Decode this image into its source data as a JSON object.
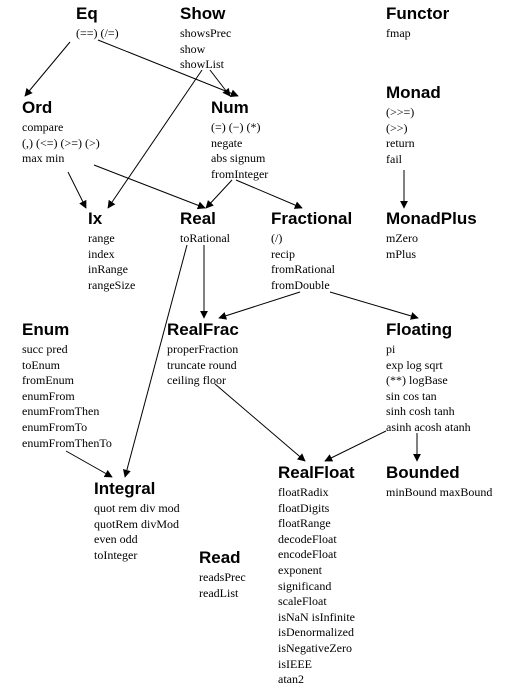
{
  "diagram": {
    "classes": [
      {
        "id": "eq",
        "name": "Eq",
        "methods": [
          "(==) (/=)"
        ]
      },
      {
        "id": "show",
        "name": "Show",
        "methods": [
          "showsPrec",
          "show",
          "showList"
        ]
      },
      {
        "id": "functor",
        "name": "Functor",
        "methods": [
          "fmap"
        ]
      },
      {
        "id": "ord",
        "name": "Ord",
        "methods": [
          "compare",
          "(,) (<=) (>=) (>)",
          "max min"
        ]
      },
      {
        "id": "num",
        "name": "Num",
        "methods": [
          "(=) (−) (*)",
          "negate",
          "abs signum",
          "fromInteger"
        ]
      },
      {
        "id": "monad",
        "name": "Monad",
        "methods": [
          "(>>=)",
          "(>>)",
          "return",
          "fail"
        ]
      },
      {
        "id": "ix",
        "name": "Ix",
        "methods": [
          "range",
          "index",
          "inRange",
          "rangeSize"
        ]
      },
      {
        "id": "real",
        "name": "Real",
        "methods": [
          "toRational"
        ]
      },
      {
        "id": "fractional",
        "name": "Fractional",
        "methods": [
          "(/)",
          "recip",
          "fromRational",
          "fromDouble"
        ]
      },
      {
        "id": "monadplus",
        "name": "MonadPlus",
        "methods": [
          "mZero",
          "mPlus"
        ]
      },
      {
        "id": "enum",
        "name": "Enum",
        "methods": [
          "succ pred",
          "toEnum",
          "fromEnum",
          "enumFrom",
          "enumFromThen",
          "enumFromTo",
          "enumFromThenTo"
        ]
      },
      {
        "id": "realfrac",
        "name": "RealFrac",
        "methods": [
          "properFraction",
          "truncate round",
          "ceiling floor"
        ]
      },
      {
        "id": "floating",
        "name": "Floating",
        "methods": [
          "pi",
          "exp log sqrt",
          "(**) logBase",
          "sin cos tan",
          "sinh cosh tanh",
          "asinh acosh atanh"
        ]
      },
      {
        "id": "integral",
        "name": "Integral",
        "methods": [
          "quot rem div mod",
          "quotRem divMod",
          "even odd",
          "toInteger"
        ]
      },
      {
        "id": "realfloat",
        "name": "RealFloat",
        "methods": [
          "floatRadix",
          "floatDigits",
          "floatRange",
          "decodeFloat",
          "encodeFloat",
          "exponent",
          "significand",
          "scaleFloat",
          "isNaN isInfinite",
          "isDenormalized",
          "isNegativeZero",
          "isIEEE",
          "atan2"
        ]
      },
      {
        "id": "bounded",
        "name": "Bounded",
        "methods": [
          "minBound maxBound"
        ]
      },
      {
        "id": "read",
        "name": "Read",
        "methods": [
          "readsPrec",
          "readList"
        ]
      }
    ],
    "edges": [
      {
        "from": "eq",
        "to": "ord"
      },
      {
        "from": "eq",
        "to": "num"
      },
      {
        "from": "show",
        "to": "num"
      },
      {
        "from": "show",
        "to": "ix"
      },
      {
        "from": "ord",
        "to": "ix"
      },
      {
        "from": "ord",
        "to": "real"
      },
      {
        "from": "num",
        "to": "real"
      },
      {
        "from": "num",
        "to": "fractional"
      },
      {
        "from": "monad",
        "to": "monadplus"
      },
      {
        "from": "real",
        "to": "realfrac"
      },
      {
        "from": "real",
        "to": "integral"
      },
      {
        "from": "fractional",
        "to": "realfrac"
      },
      {
        "from": "fractional",
        "to": "floating"
      },
      {
        "from": "enum",
        "to": "integral"
      },
      {
        "from": "realfrac",
        "to": "realfloat"
      },
      {
        "from": "floating",
        "to": "realfloat"
      },
      {
        "from": "floating",
        "to": "bounded"
      }
    ]
  }
}
